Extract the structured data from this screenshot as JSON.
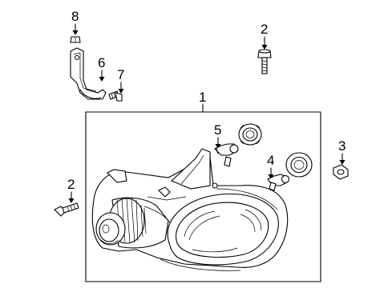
{
  "diagram": {
    "callouts": [
      {
        "id": "1",
        "text": "1"
      },
      {
        "id": "2a",
        "text": "2"
      },
      {
        "id": "2b",
        "text": "2"
      },
      {
        "id": "3",
        "text": "3"
      },
      {
        "id": "4",
        "text": "4"
      },
      {
        "id": "5",
        "text": "5"
      },
      {
        "id": "6",
        "text": "6"
      },
      {
        "id": "7",
        "text": "7"
      },
      {
        "id": "8",
        "text": "8"
      }
    ],
    "colors": {
      "line": "#000000",
      "background": "#ffffff"
    }
  }
}
